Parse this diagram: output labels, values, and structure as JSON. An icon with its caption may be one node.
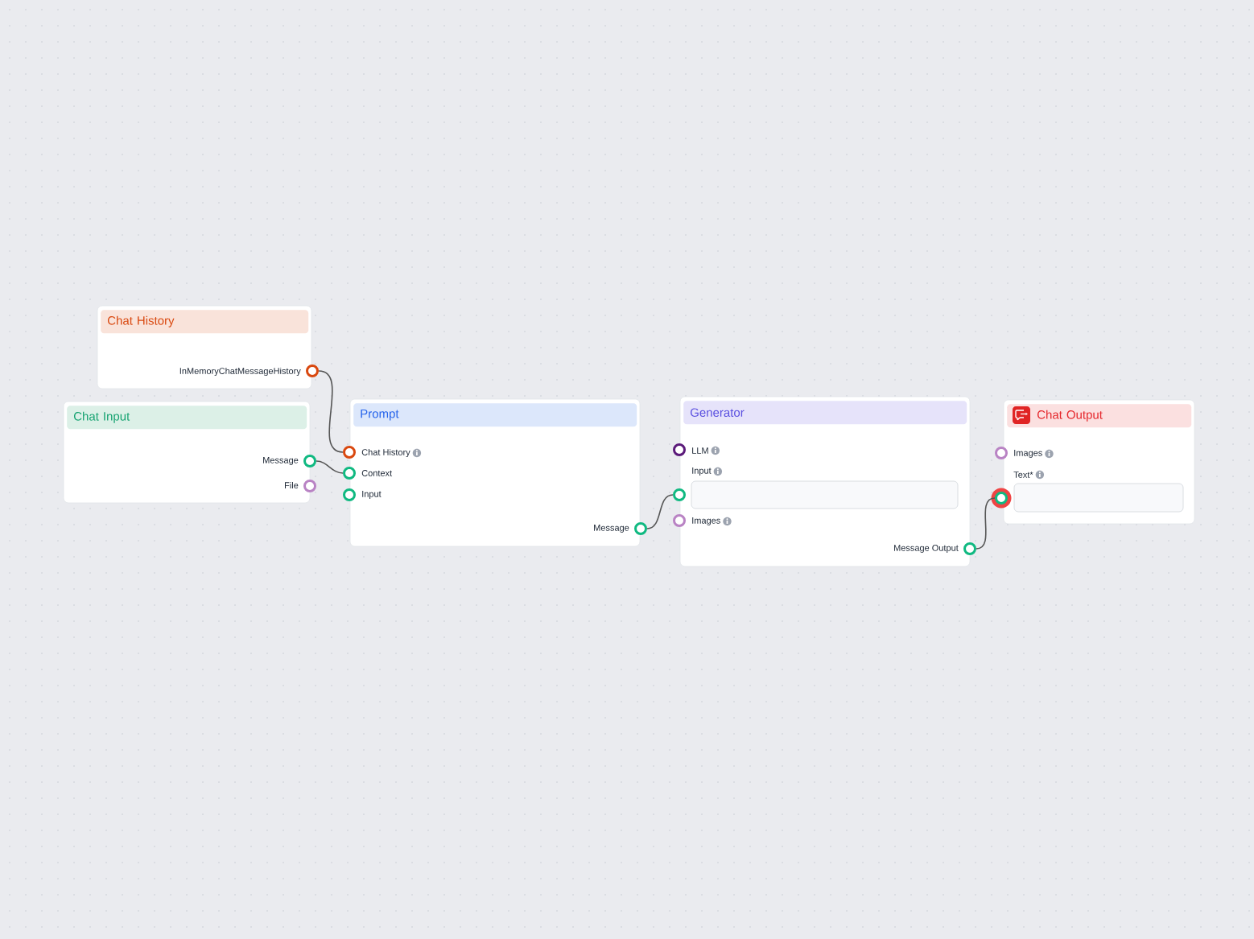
{
  "diagram": {
    "nodes": [
      {
        "text": [
          "Chat History"
        ]
      },
      {
        "text": [
          "InMemoryChatMessageHistory"
        ],
        "in": 0
      },
      {
        "text": [
          "Chat Input"
        ]
      },
      {
        "text": [
          "Message"
        ],
        "in": 2
      },
      {
        "text": [
          "File"
        ],
        "in": 2
      },
      {
        "text": [
          "Prompt"
        ]
      },
      {
        "text": [
          "Chat History"
        ],
        "in": 5
      },
      {
        "text": [
          "Context"
        ],
        "in": 5
      },
      {
        "text": [
          "Input"
        ],
        "in": 5
      },
      {
        "text": [
          "Message"
        ],
        "in": 5
      },
      {
        "text": [
          "Generator"
        ]
      },
      {
        "text": [
          "LLM"
        ],
        "in": 10
      },
      {
        "text": [
          "Input"
        ],
        "in": 10
      },
      {
        "text": [
          "Images"
        ],
        "in": 10
      },
      {
        "text": [
          "Message Output"
        ],
        "in": 10
      },
      {
        "text": [
          "Chat Output"
        ]
      },
      {
        "text": [
          "Images"
        ],
        "in": 15
      },
      {
        "text": [
          "Text*"
        ],
        "in": 15
      }
    ],
    "edges": [
      {
        "from": 1,
        "to": 6,
        "arrow": "none"
      },
      {
        "from": 3,
        "to": 7,
        "arrow": "none"
      },
      {
        "from": 9,
        "to": 12,
        "arrow": "none"
      },
      {
        "from": 14,
        "to": 17,
        "arrow": "none"
      }
    ]
  }
}
